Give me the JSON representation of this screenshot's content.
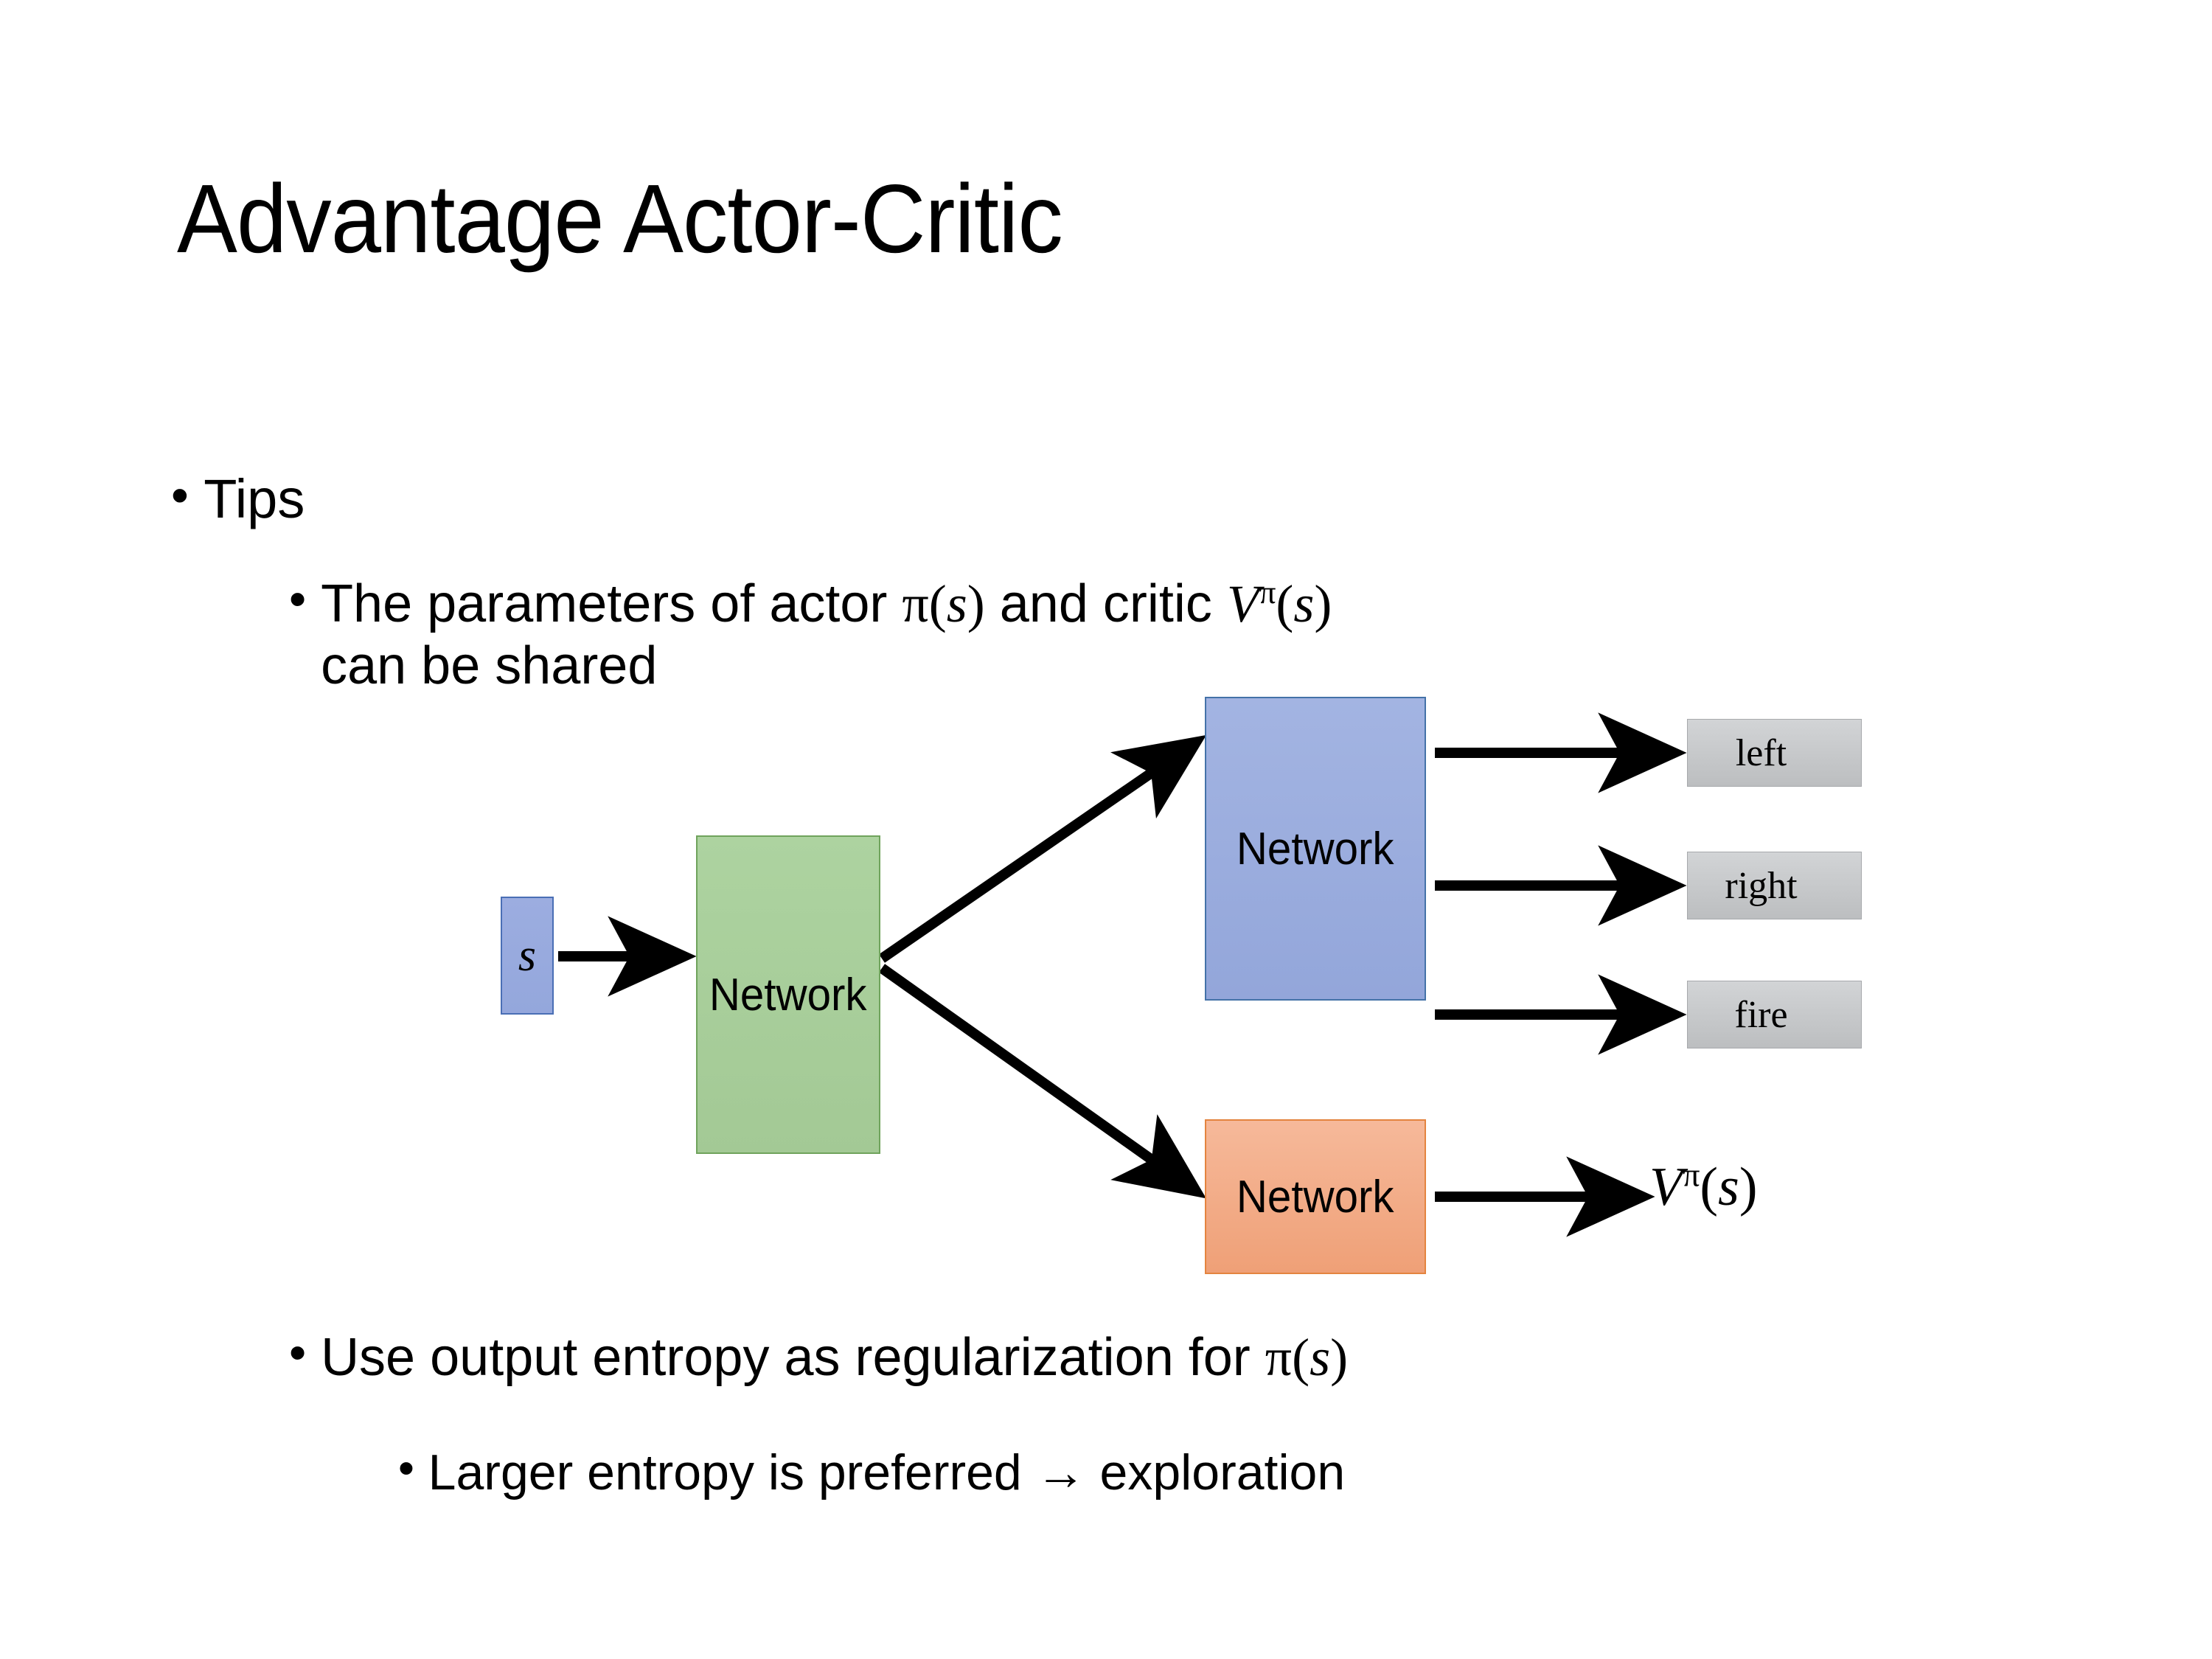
{
  "slide": {
    "title": "Advantage Actor-Critic",
    "background_color": "#FFFFFF"
  },
  "bullets": {
    "level1_tips": {
      "marker": "•",
      "text": "Tips"
    },
    "level2_shared": {
      "marker": "•",
      "text_part1": "The parameters of actor ",
      "math_pi_open": "π(",
      "math_pi_var": "s",
      "math_pi_close": ")",
      "text_part2": "  and critic ",
      "math_v": "V",
      "math_v_sup": "π",
      "math_v_open": "(",
      "math_v_var": "s",
      "math_v_close": ")",
      "text_part3": "can be shared"
    },
    "level2_entropy": {
      "marker": "•",
      "text_part1": "Use output entropy as regularization for ",
      "math_pi_open": "π(",
      "math_pi_var": "s",
      "math_pi_close": ")"
    },
    "level3_larger": {
      "marker": "•",
      "text": "Larger entropy is preferred → exploration"
    }
  },
  "diagram": {
    "input_box": {
      "label": "s",
      "fill": "#9AACDE",
      "border": "#4A6FB5"
    },
    "shared_network": {
      "label": "Network",
      "fill": "#A8CE98",
      "border": "#6FA35C"
    },
    "actor_network": {
      "label": "Network",
      "fill": "#9AACDE",
      "border": "#4472A8"
    },
    "critic_network": {
      "label": "Network",
      "fill": "#F2A880",
      "border": "#E4843F"
    },
    "actions": [
      {
        "label": "left",
        "fill": "#C6C8CA",
        "border": "#A7A9AC"
      },
      {
        "label": "right",
        "fill": "#C6C8CA",
        "border": "#A7A9AC"
      },
      {
        "label": "fire",
        "fill": "#C6C8CA",
        "border": "#A7A9AC"
      }
    ],
    "value_output": {
      "symbol": "V",
      "superscript": "π",
      "open": "(",
      "variable": "s",
      "close": ")"
    },
    "arrow_color": "#000000"
  }
}
